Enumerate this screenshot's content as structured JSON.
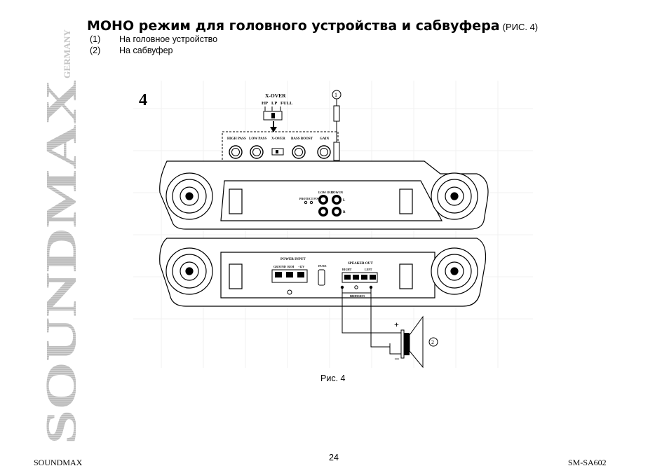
{
  "brand": {
    "name": "SOUNDMAX",
    "country": "GERMANY"
  },
  "heading": {
    "title": "МОНО режим для головного устройства и сабвуфера",
    "figure_ref": "(РИС. 4)"
  },
  "legend": [
    {
      "num": "(1)",
      "text": "На головное устройство"
    },
    {
      "num": "(2)",
      "text": "На сабвуфер"
    }
  ],
  "figure": {
    "number": "4",
    "xover_title": "X-OVER",
    "xover_modes": [
      "HP",
      "LP",
      "FULL"
    ],
    "panel_labels": [
      "HIGH PASS",
      "LOW PASS",
      "X-OVER",
      "BASS BOOST",
      "GAIN"
    ],
    "io_labels": {
      "low_out": "LOW OUT",
      "low_in": "LOW IN",
      "l": "L",
      "r": "R",
      "protect_power": "PROTECT POWER"
    },
    "power_input": "POWER INPUT",
    "power_terms": [
      "GROUND",
      "REM",
      "+12V"
    ],
    "fuse": "FUSE",
    "speaker_out": "SPEAKER OUT",
    "speaker_terms": [
      "RIGHT",
      "LEFT"
    ],
    "bridged": "BRIDGED",
    "callout_1": "1",
    "callout_2": "2",
    "plus": "+",
    "minus": "–",
    "caption": "Рис. 4"
  },
  "footer": {
    "left": "SOUNDMAX",
    "page": "24",
    "right": "SM-SA602"
  }
}
